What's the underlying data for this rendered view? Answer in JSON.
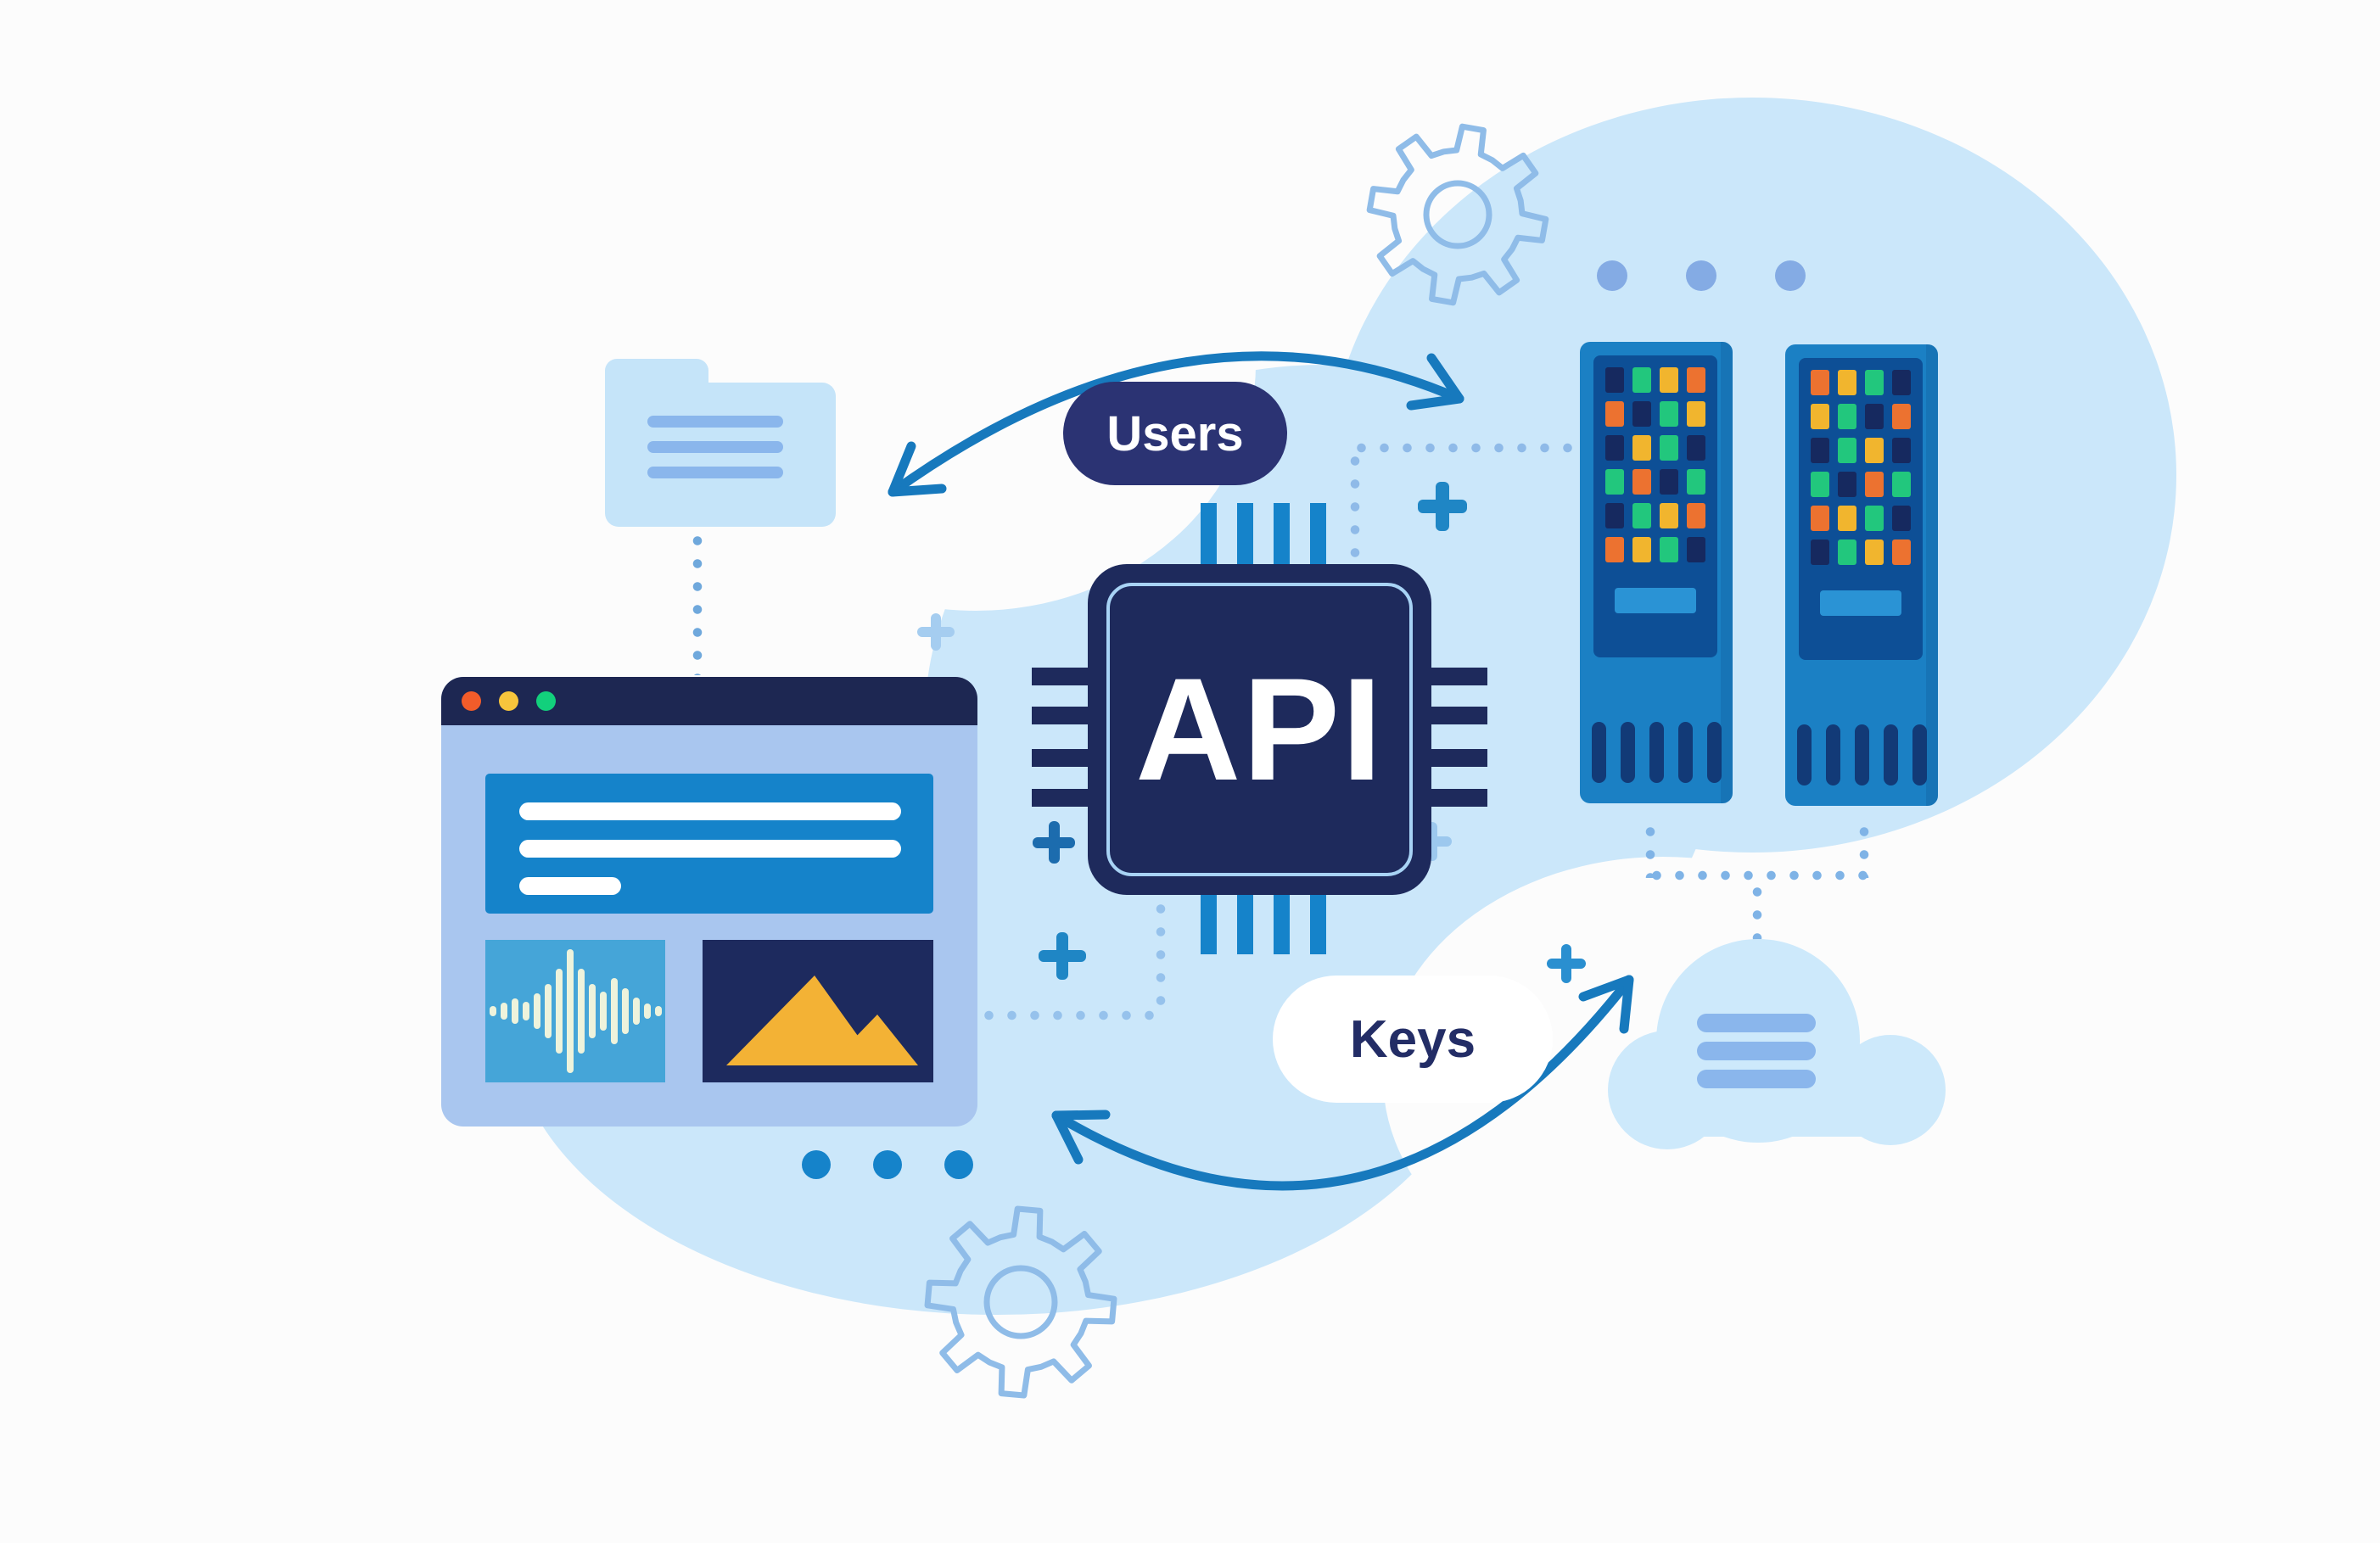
{
  "illustration": "api-concept-diagram",
  "labels": {
    "chip_label": "API",
    "users_label": "Users",
    "keys_label": "Keys"
  },
  "colors": {
    "background": "#fcfcfc",
    "blob_blue": "#cbe7fa",
    "navy": "#1e2a5c",
    "badge_navy": "#2b3373",
    "medium_blue": "#1583ca",
    "arrow_blue": "#1779bd",
    "periwinkle": "#a9c6ef",
    "folder_light_blue": "#c5e4f9",
    "inner_bar_blue": "#8ab6ec",
    "audio_tile_blue": "#45a5d8",
    "waveform_cream": "#eef3dc",
    "mountain_amber": "#f3b235",
    "server_body": "#1b80c4",
    "server_panel": "#0d4f96",
    "cloud_blue": "#cde9fb",
    "gear_outline": "#8fbce8",
    "dots_light_blue": "#84abe4"
  },
  "browser": {
    "traffic_lights": [
      "#f25c2a",
      "#f7c53c",
      "#12d07c"
    ],
    "content_line_widths": [
      450,
      450,
      120
    ],
    "waveform_heights": [
      12,
      20,
      30,
      22,
      42,
      64,
      100,
      146,
      100,
      64,
      46,
      78,
      54,
      32,
      18,
      12
    ]
  },
  "folder": {
    "bar_count": 3
  },
  "cloud": {
    "bar_count": 3
  },
  "servers": {
    "light_palette": {
      "navy": "#16295f",
      "green": "#22c77d",
      "yellow": "#f1b52e",
      "orange": "#ec7230"
    },
    "left_grid": [
      [
        "navy",
        "green",
        "yellow",
        "orange"
      ],
      [
        "orange",
        "navy",
        "green",
        "yellow"
      ],
      [
        "navy",
        "yellow",
        "green",
        "navy"
      ],
      [
        "green",
        "orange",
        "navy",
        "green"
      ],
      [
        "navy",
        "green",
        "yellow",
        "orange"
      ],
      [
        "orange",
        "yellow",
        "green",
        "navy"
      ]
    ],
    "right_grid": [
      [
        "orange",
        "yellow",
        "green",
        "navy"
      ],
      [
        "yellow",
        "green",
        "navy",
        "orange"
      ],
      [
        "navy",
        "green",
        "yellow",
        "navy"
      ],
      [
        "green",
        "navy",
        "orange",
        "green"
      ],
      [
        "orange",
        "yellow",
        "green",
        "navy"
      ],
      [
        "navy",
        "green",
        "yellow",
        "orange"
      ]
    ],
    "vent_count": 5
  },
  "icons": [
    "folder-icon",
    "browser-window-icon",
    "audio-waveform-icon",
    "image-mountains-icon",
    "api-chip-icon",
    "server-tower-icon",
    "cloud-icon",
    "gear-icon",
    "plus-mark-icon",
    "curved-arrow-icon",
    "ellipsis-dots-icon",
    "dotted-connector"
  ]
}
